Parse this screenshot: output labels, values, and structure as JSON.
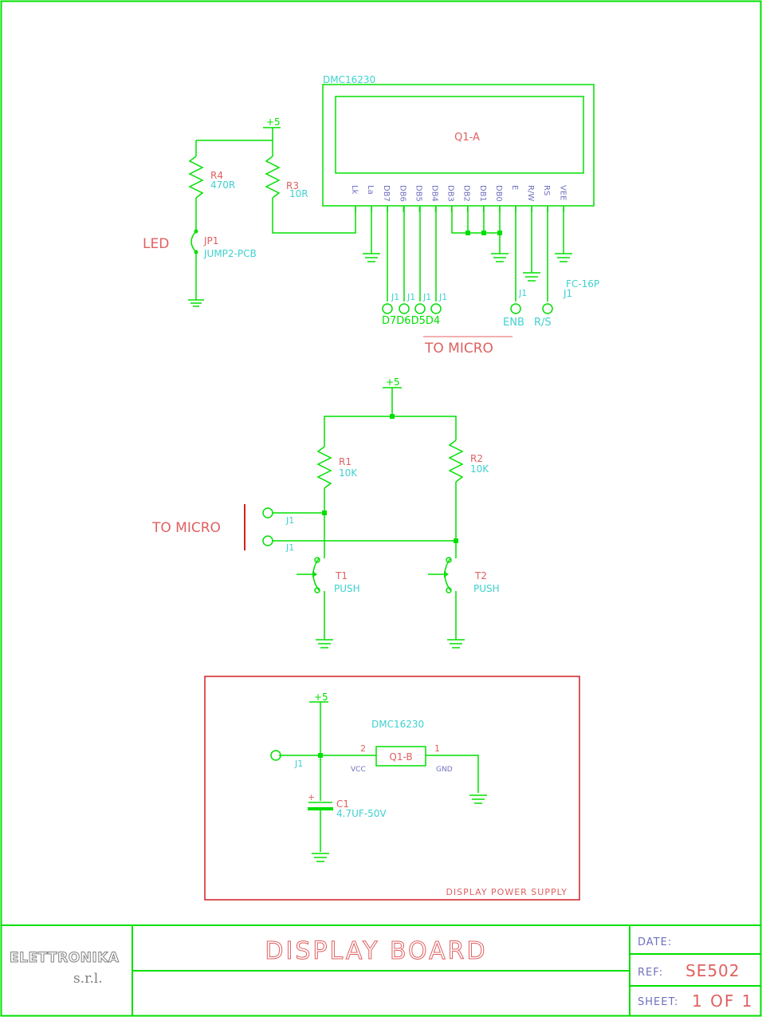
{
  "colors": {
    "wire": "#00e000",
    "label_red": "#e06060",
    "label_cyan": "#40d0d0",
    "pin_blue": "#7070c0",
    "frame_red": "#d02020",
    "logo_gray": "#808080"
  },
  "lcd": {
    "part_name": "DMC16230",
    "ref": "Q1-A",
    "pins": [
      "Lk",
      "La",
      "DB7",
      "DB6",
      "DB5",
      "DB4",
      "DB3",
      "DB2",
      "DB1",
      "DB0",
      "E",
      "R/W",
      "RS",
      "VEE"
    ],
    "connector": "FC-16P",
    "connector_ref": "J1"
  },
  "backlight": {
    "supply": "+5",
    "r4_ref": "R4",
    "r4_value": "470R",
    "r3_ref": "R3",
    "r3_value": "10R",
    "jumper_ref": "JP1",
    "jumper_value": "JUMP2-PCB",
    "led_label": "LED"
  },
  "data_bus": {
    "j_labels": [
      "J1",
      "J1",
      "J1",
      "J1"
    ],
    "pins_label": "D7D6D5D4",
    "enb_j": "J1",
    "enb_label": "ENB",
    "rs_label": "R/S",
    "to_micro": "TO MICRO"
  },
  "keys": {
    "supply": "+5",
    "r1_ref": "R1",
    "r1_value": "10K",
    "r2_ref": "R2",
    "r2_value": "10K",
    "t1_ref": "T1",
    "t1_value": "PUSH",
    "t2_ref": "T2",
    "t2_value": "PUSH",
    "j_top": "J1",
    "j_bottom": "J1",
    "to_micro": "TO MICRO"
  },
  "power": {
    "supply": "+5",
    "part_name": "DMC16230",
    "ref": "Q1-B",
    "pin_vcc_num": "2",
    "pin_vcc": "VCC",
    "pin_gnd_num": "1",
    "pin_gnd": "GND",
    "j_label": "J1",
    "cap_ref": "C1",
    "cap_value": "4.7UF-50V",
    "cap_plus": "+",
    "frame_title": "DISPLAY POWER SUPPLY"
  },
  "title_block": {
    "logo": "ELETTRONIKA",
    "company_suffix": "s.r.l.",
    "title": "DISPLAY BOARD",
    "date_label": "DATE:",
    "date_value": "",
    "ref_label": "REF:",
    "ref_value": "SE502",
    "sheet_label": "SHEET:",
    "sheet_value": "1 OF 1"
  }
}
